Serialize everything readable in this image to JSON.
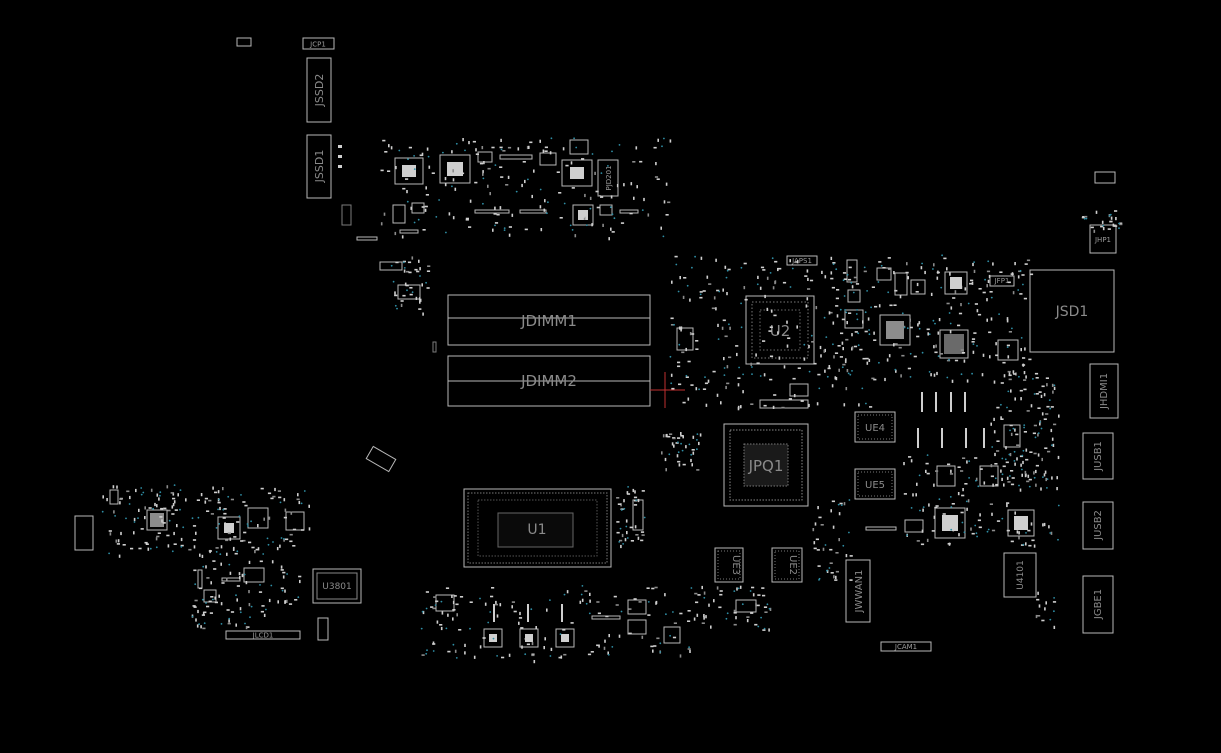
{
  "board": {
    "background": "#000000",
    "outline_color": "#b8b8b8",
    "pad_color": "#cfcfcf",
    "via_color": "#2f8fa6",
    "label_color": "#8a8a8a"
  },
  "labels": {
    "jcp1": "JCP1",
    "jssd2": "JSSD2",
    "jssd1": "JSSD1",
    "pjd201": "PJD201",
    "jdimm1": "JDIMM1",
    "jdimm2": "JDIMM2",
    "u2": "U2",
    "japs1": "JAPS1",
    "jfp1": "JFP1",
    "jhp1": "JHP1",
    "jsd1": "JSD1",
    "jhdmi1": "JHDMI1",
    "jusb1": "JUSB1",
    "jusb2": "JUSB2",
    "jgbe1": "JGBE1",
    "u4101": "U4101",
    "jpq1": "JPQ1",
    "ue4": "UE4",
    "ue5": "UE5",
    "ue3": "UE3",
    "ue2": "UE2",
    "jwwan1": "JWWAN1",
    "jcam1": "JCAM1",
    "u1": "U1",
    "u3801": "U3801",
    "jlcd1": "JLCD1"
  }
}
